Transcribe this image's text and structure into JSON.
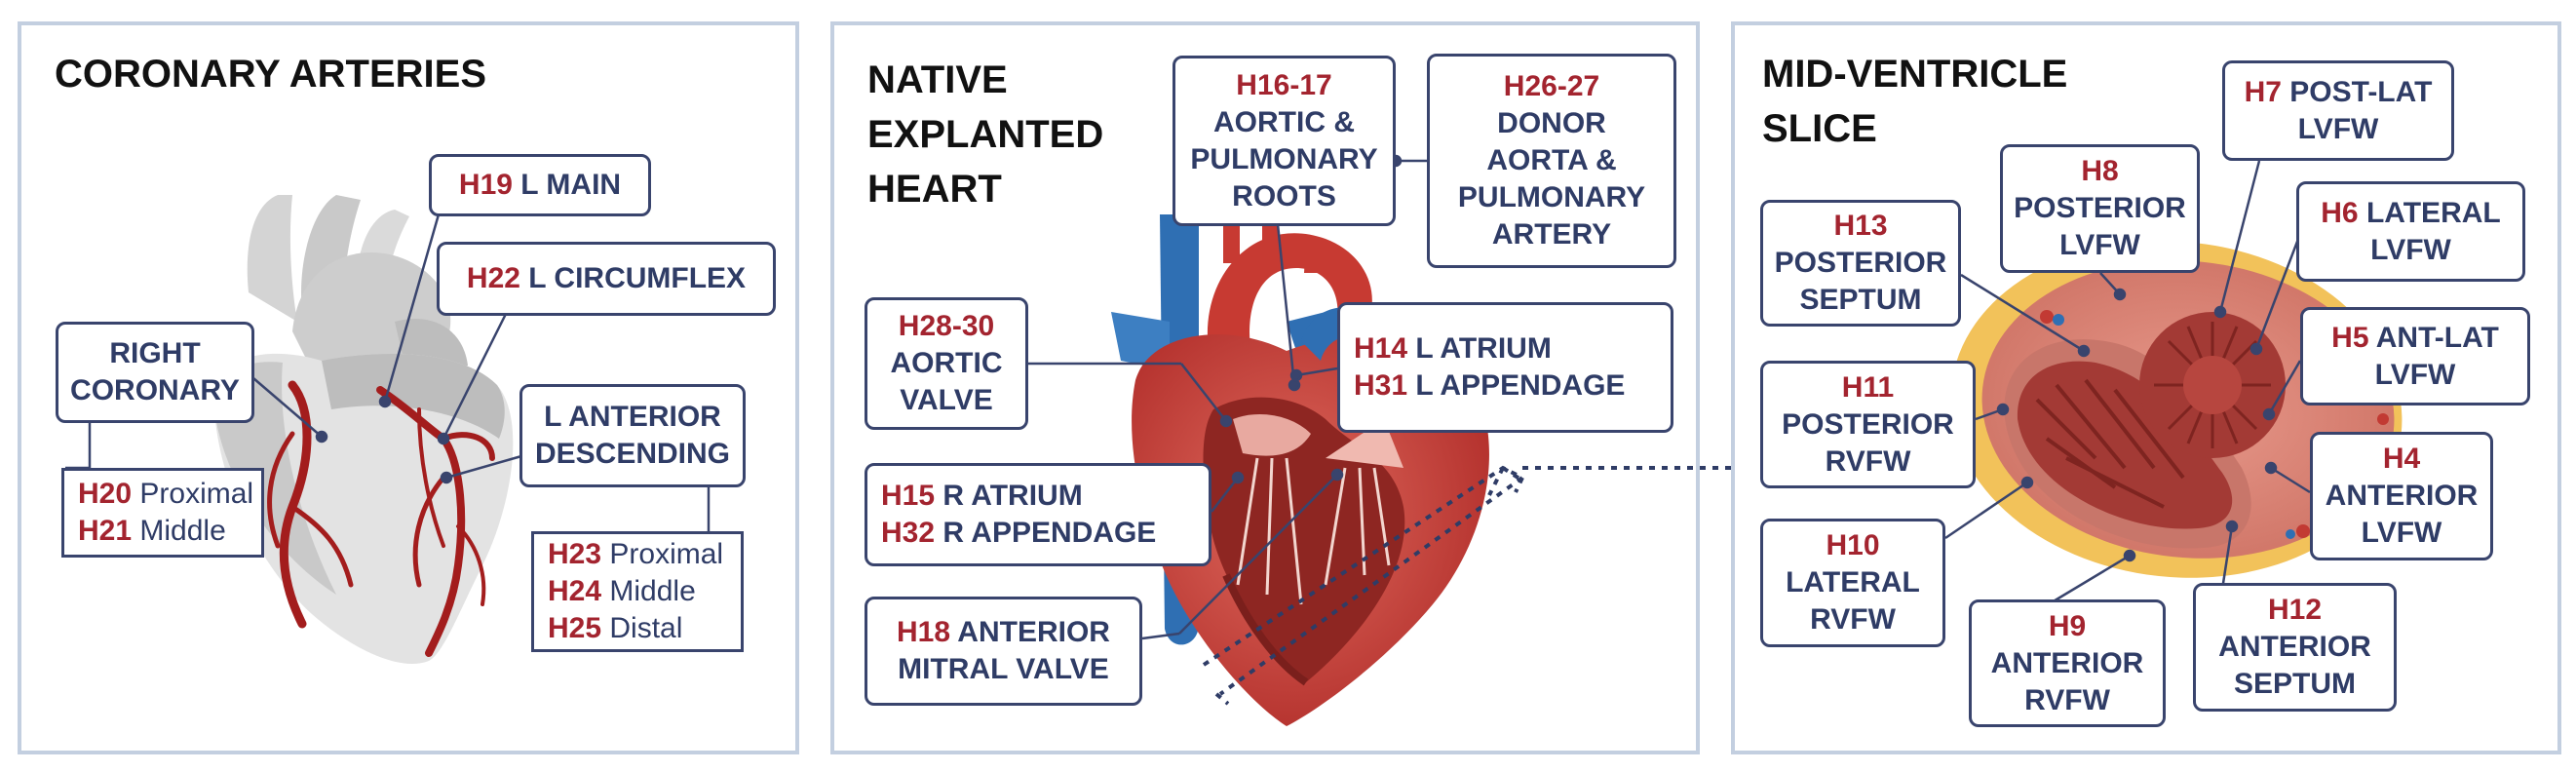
{
  "colors": {
    "code": "#a3242f",
    "label": "#2f3c66",
    "box_border": "#39446d",
    "panel_border": "#c3cfe0"
  },
  "panels": [
    {
      "title": "CORONARY ARTERIES",
      "boxes": [
        {
          "lines": [
            {
              "code": "H19",
              "label": "L MAIN"
            }
          ]
        },
        {
          "lines": [
            {
              "code": "H22",
              "label": "L CIRCUMFLEX"
            }
          ]
        },
        {
          "lines": [
            {
              "code": "",
              "label": "RIGHT"
            },
            {
              "code": "",
              "label": "CORONARY"
            }
          ]
        },
        {
          "lines": [
            {
              "code": "",
              "label": "L ANTERIOR"
            },
            {
              "code": "",
              "label": "DESCENDING"
            }
          ]
        },
        {
          "lines": [
            {
              "code": "H20",
              "label": "Proximal"
            },
            {
              "code": "H21",
              "label": "Middle"
            }
          ]
        },
        {
          "lines": [
            {
              "code": "H23",
              "label": "Proximal"
            },
            {
              "code": "H24",
              "label": "Middle"
            },
            {
              "code": "H25",
              "label": "Distal"
            }
          ]
        }
      ]
    },
    {
      "title": "NATIVE\nEXPLANTED\nHEART",
      "boxes": [
        {
          "lines": [
            {
              "code": "H16-17",
              "label": ""
            },
            {
              "code": "",
              "label": "AORTIC &"
            },
            {
              "code": "",
              "label": "PULMONARY"
            },
            {
              "code": "",
              "label": "ROOTS"
            }
          ]
        },
        {
          "lines": [
            {
              "code": "H26-27",
              "label": ""
            },
            {
              "code": "",
              "label": "DONOR"
            },
            {
              "code": "",
              "label": "AORTA &"
            },
            {
              "code": "",
              "label": "PULMONARY"
            },
            {
              "code": "",
              "label": "ARTERY"
            }
          ]
        },
        {
          "lines": [
            {
              "code": "H28-30",
              "label": ""
            },
            {
              "code": "",
              "label": "AORTIC"
            },
            {
              "code": "",
              "label": "VALVE"
            }
          ]
        },
        {
          "lines": [
            {
              "code": "H14",
              "label": "L ATRIUM"
            },
            {
              "code": "H31",
              "label": "L APPENDAGE"
            }
          ]
        },
        {
          "lines": [
            {
              "code": "H15",
              "label": "R ATRIUM"
            },
            {
              "code": "H32",
              "label": "R APPENDAGE"
            }
          ]
        },
        {
          "lines": [
            {
              "code": "H18",
              "label": "ANTERIOR"
            },
            {
              "code": "",
              "label": "MITRAL VALVE"
            }
          ]
        }
      ]
    },
    {
      "title": "MID-VENTRICLE\nSLICE",
      "boxes": [
        {
          "lines": [
            {
              "code": "H7",
              "label": "POST-LAT"
            },
            {
              "code": "",
              "label": "LVFW"
            }
          ]
        },
        {
          "lines": [
            {
              "code": "H8",
              "label": ""
            },
            {
              "code": "",
              "label": "POSTERIOR"
            },
            {
              "code": "",
              "label": "LVFW"
            }
          ]
        },
        {
          "lines": [
            {
              "code": "H13",
              "label": ""
            },
            {
              "code": "",
              "label": "POSTERIOR"
            },
            {
              "code": "",
              "label": "SEPTUM"
            }
          ]
        },
        {
          "lines": [
            {
              "code": "H6",
              "label": "LATERAL"
            },
            {
              "code": "",
              "label": "LVFW"
            }
          ]
        },
        {
          "lines": [
            {
              "code": "H5",
              "label": "ANT-LAT"
            },
            {
              "code": "",
              "label": "LVFW"
            }
          ]
        },
        {
          "lines": [
            {
              "code": "H11",
              "label": ""
            },
            {
              "code": "",
              "label": "POSTERIOR"
            },
            {
              "code": "",
              "label": "RVFW"
            }
          ]
        },
        {
          "lines": [
            {
              "code": "H4",
              "label": ""
            },
            {
              "code": "",
              "label": "ANTERIOR"
            },
            {
              "code": "",
              "label": "LVFW"
            }
          ]
        },
        {
          "lines": [
            {
              "code": "H10",
              "label": ""
            },
            {
              "code": "",
              "label": "LATERAL"
            },
            {
              "code": "",
              "label": "RVFW"
            }
          ]
        },
        {
          "lines": [
            {
              "code": "H9",
              "label": ""
            },
            {
              "code": "",
              "label": "ANTERIOR"
            },
            {
              "code": "",
              "label": "RVFW"
            }
          ]
        },
        {
          "lines": [
            {
              "code": "H12",
              "label": ""
            },
            {
              "code": "",
              "label": "ANTERIOR"
            },
            {
              "code": "",
              "label": "SEPTUM"
            }
          ]
        }
      ]
    }
  ]
}
